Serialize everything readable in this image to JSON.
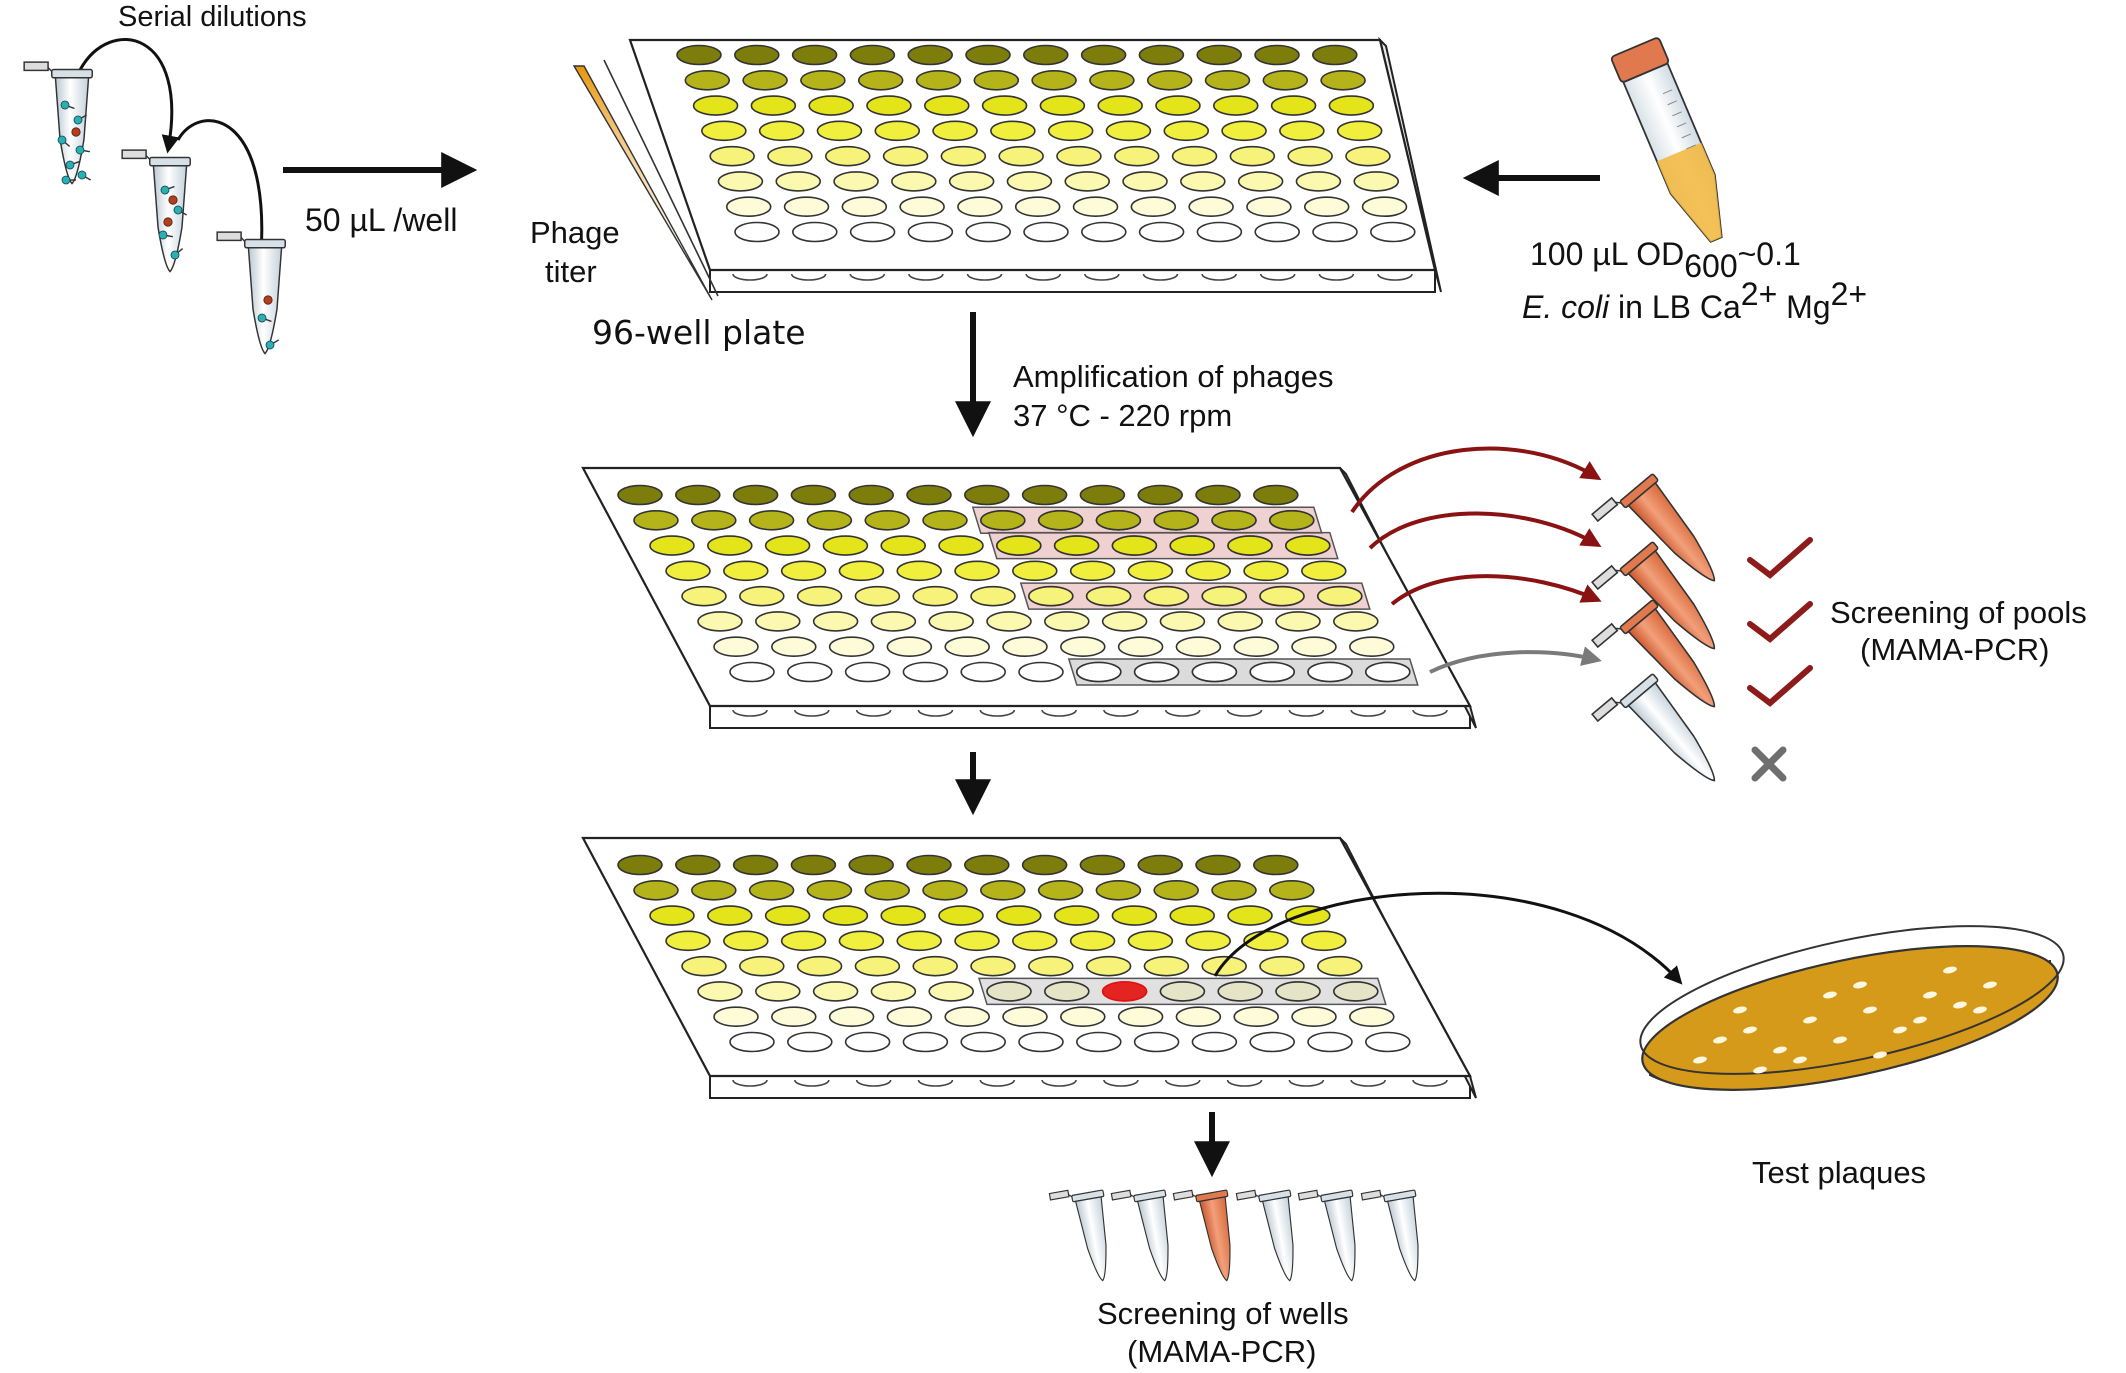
{
  "labels": {
    "serial_dilutions": "Serial dilutions",
    "per_well_volume": "50 µL /well",
    "phage_titer_line1": "Phage",
    "phage_titer_line2": "titer",
    "plate_name": "96-well plate",
    "culture_volume": "100 µL OD",
    "culture_od_subscript": "600",
    "culture_od_value": "~0.1",
    "culture_species": "E. coli",
    "culture_medium": " in LB Ca",
    "culture_ion_charge": "2+",
    "culture_ion2": " Mg",
    "amplification_line1": "Amplification of phages",
    "amplification_line2": "37 °C - 220 rpm",
    "screen_pools_line1": "Screening of pools",
    "screen_pools_line2": "(MAMA-PCR)",
    "screen_wells_line1": "Screening of wells",
    "screen_wells_line2": "(MAMA-PCR)",
    "test_plaques": "Test plaques"
  },
  "plate": {
    "rows": 8,
    "cols": 12
  },
  "colors": {
    "row_fills": [
      "#7d7d0c",
      "#b4b41a",
      "#e4e41a",
      "#f1ef3e",
      "#f6f27a",
      "#fbf8b0",
      "#fdfbd8",
      "#ffffff"
    ],
    "positive_tube": "#e8835a",
    "negative_tube": "#dde8ee",
    "check": "#8e1b1b",
    "cross": "#6f6f6f",
    "highlight_pink": "#e8b8b8",
    "highlight_grey": "#c8c8c8",
    "hit_well": "#e41010",
    "arrow_red": "#8a1212",
    "arrow_grey": "#7a7a7a",
    "agar": "#d69a1a",
    "phage_head": "#2ab0b0",
    "titer_gradient": "#e8950c"
  },
  "pool_results": [
    "positive",
    "positive",
    "positive",
    "negative"
  ],
  "well_tubes": [
    "negative",
    "negative",
    "positive",
    "negative",
    "negative",
    "negative"
  ]
}
